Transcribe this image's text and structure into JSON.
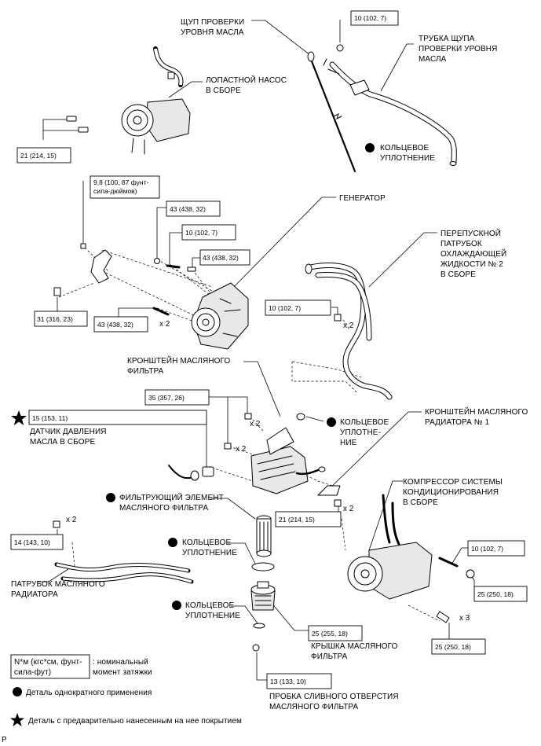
{
  "labels": {
    "dipstick": [
      "ЩУП ПРОВЕРКИ",
      "УРОВНЯ МАСЛА"
    ],
    "dipstick_tube": [
      "ТРУБКА ЩУПА",
      "ПРОВЕРКИ УРОВНЯ",
      "МАСЛА"
    ],
    "vane_pump": [
      "ЛОПАСТНОЙ НАСОС",
      "В СБОРЕ"
    ],
    "o_ring_1": [
      "КОЛЬЦЕВОЕ",
      "УПЛОТНЕНИЕ"
    ],
    "generator": [
      "ГЕНЕРАТОР"
    ],
    "bypass_pipe": [
      "ПЕРЕПУСКНОЙ",
      "ПАТРУБОК",
      "ОХЛАЖДАЮЩЕЙ",
      "ЖИДКОСТИ № 2",
      "В СБОРЕ"
    ],
    "oil_filter_bracket": [
      "КРОНШТЕЙН МАСЛЯНОГО",
      "ФИЛЬТРА"
    ],
    "o_ring_2": [
      "КОЛЬЦЕВОЕ",
      "УПЛОТНЕ-",
      "НИЕ"
    ],
    "oil_cooler_bracket": [
      "КРОНШТЕЙН МАСЛЯНОГО",
      "РАДИАТОРА № 1"
    ],
    "pressure_sensor": [
      "ДАТЧИК ДАВЛЕНИЯ",
      "МАСЛА В СБОРЕ"
    ],
    "filter_element": [
      "ФИЛЬТРУЮЩИЙ ЭЛЕМЕНТ",
      "МАСЛЯНОГО ФИЛЬТРА"
    ],
    "ac_compressor": [
      "КОМПРЕССОР СИСТЕМЫ",
      "КОНДИЦИОНИРОВАНИЯ",
      "В СБОРЕ"
    ],
    "o_ring_3": [
      "КОЛЬЦЕВОЕ",
      "УПЛОТНЕНИЕ"
    ],
    "o_ring_4": [
      "КОЛЬЦЕВОЕ",
      "УПЛОТНЕНИЕ"
    ],
    "oil_cooler_pipe": [
      "ПАТРУБОК МАСЛЯНОГО",
      "РАДИАТОРА"
    ],
    "filter_cap": [
      "КРЫШКА МАСЛЯНОГО",
      "ФИЛЬТРА"
    ],
    "drain_plug": [
      "ПРОБКА СЛИВНОГО ОТВЕРСТИЯ",
      "МАСЛЯНОГО ФИЛЬТРА"
    ]
  },
  "torques": {
    "t1": "10 (102, 7)",
    "t2": "21 (214, 15)",
    "t3": [
      "9,8 (100, 87 фунт-",
      "сила-дюймов)"
    ],
    "t4": "43 (438, 32)",
    "t5": "10 (102, 7)",
    "t6": "43 (438, 32)",
    "t7": "31 (316, 23)",
    "t8": "43 (438, 32)",
    "t9": "10 (102, 7)",
    "t10": "35 (357, 26)",
    "t11": "15 (153, 11)",
    "t12": "21 (214, 15)",
    "t13": "14 (143, 10)",
    "t14": "10 (102, 7)",
    "t15": "25 (250, 18)",
    "t16": "25 (255, 18)",
    "t17": "25 (250, 18)",
    "t18": "13 (133, 10)"
  },
  "multipliers": {
    "m_gen": "x 2",
    "m_bypass": "x 2",
    "m_bracket1": "x 2",
    "m_bracket2": "x 2",
    "m_cooler": "x 2",
    "m_pipe": "x 2",
    "m_comp": "x 3"
  },
  "legend": {
    "unit_box": [
      "N*м (кгс*см, фунт-",
      "сила-фут)"
    ],
    "unit_desc": [
      ": номинальный",
      "момент затяжки"
    ],
    "circle_desc": "Деталь однократного применения",
    "star_desc": "Деталь с предварительно нанесенным на нее покрытием"
  },
  "footer": "P",
  "icons": {
    "single_use": "filled-circle-icon",
    "precoated": "filled-star-icon"
  }
}
